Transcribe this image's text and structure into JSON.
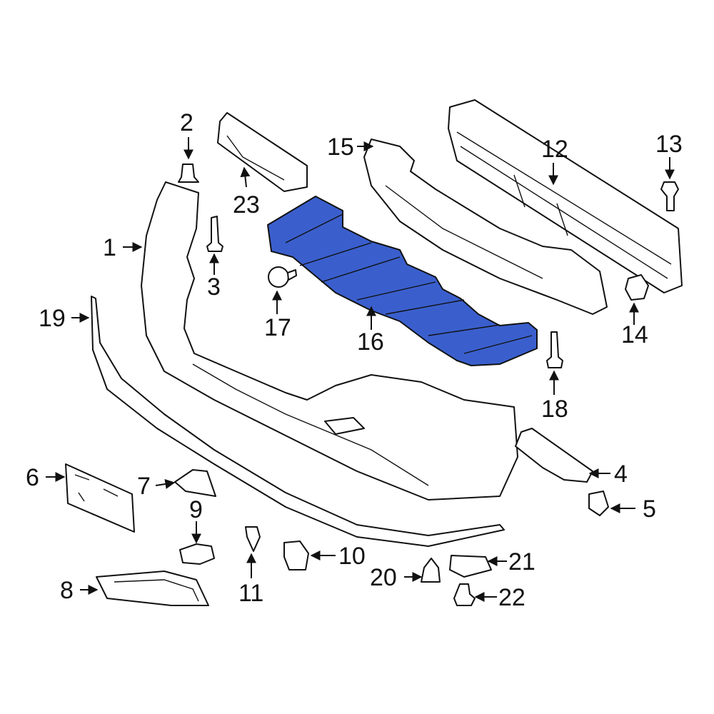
{
  "diagram": {
    "type": "exploded-parts-diagram",
    "subject": "Front bumper assembly",
    "highlight_color": "#3a5fcd",
    "highlighted_part": "16",
    "callouts": [
      {
        "id": "c1",
        "label": "1"
      },
      {
        "id": "c2",
        "label": "2"
      },
      {
        "id": "c3",
        "label": "3"
      },
      {
        "id": "c4",
        "label": "4"
      },
      {
        "id": "c5",
        "label": "5"
      },
      {
        "id": "c6",
        "label": "6"
      },
      {
        "id": "c7",
        "label": "7"
      },
      {
        "id": "c8",
        "label": "8"
      },
      {
        "id": "c9",
        "label": "9"
      },
      {
        "id": "c10",
        "label": "10"
      },
      {
        "id": "c11",
        "label": "11"
      },
      {
        "id": "c12",
        "label": "12"
      },
      {
        "id": "c13",
        "label": "13"
      },
      {
        "id": "c14",
        "label": "14"
      },
      {
        "id": "c15",
        "label": "15"
      },
      {
        "id": "c16",
        "label": "16"
      },
      {
        "id": "c17",
        "label": "17"
      },
      {
        "id": "c18",
        "label": "18"
      },
      {
        "id": "c19",
        "label": "19"
      },
      {
        "id": "c20",
        "label": "20"
      },
      {
        "id": "c21",
        "label": "21"
      },
      {
        "id": "c22",
        "label": "22"
      },
      {
        "id": "c23",
        "label": "23"
      }
    ]
  }
}
